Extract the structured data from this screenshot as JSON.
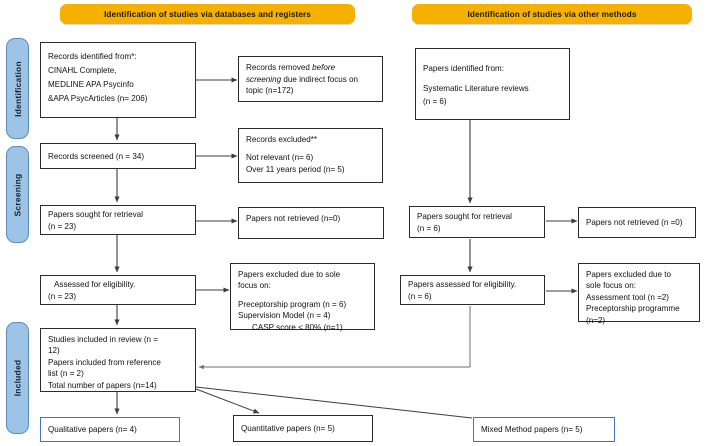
{
  "figure": {
    "type": "prisma-flow-diagram",
    "colors": {
      "banner": "#F5B000",
      "stage_label": "#9DC3E6",
      "box_border": "#2b2b2b",
      "accent_blue_border": "#4472C4",
      "connector": "#3d3d3d"
    }
  },
  "banners": {
    "databases": "Identification of studies via databases and registers",
    "other_methods": "Identification of studies via other methods"
  },
  "stages": {
    "identification": "Identification",
    "screening": "Screening",
    "included": "Included"
  },
  "databases_column": {
    "identified": {
      "line1": "Records identified from*:",
      "line2": "CINAHL Complete,",
      "line3": "MEDLINE APA Psycinfo",
      "line4": "&APA PsycArticles (n= 206)"
    },
    "removed": {
      "line1_a": "Records removed ",
      "line1_em": "before",
      "line2_em": "screening",
      "line2_b": " due indirect focus on",
      "line3": "topic (n=172)"
    },
    "screened": {
      "line1": "Records screened (n = 34)"
    },
    "excluded": {
      "line1": "Records excluded**",
      "line2": "Not relevant (n= 6)",
      "line3": "Over 11 years period (n= 5)"
    },
    "sought": {
      "line1": "Papers sought for retrieval",
      "line2": "(n = 23)"
    },
    "not_retrieved": {
      "line1": "Papers not retrieved (n=0)"
    },
    "assessed": {
      "line1": "Assessed for eligibility.",
      "line2": "(n = 23)"
    },
    "excluded_sole": {
      "line1": "Papers excluded due to sole",
      "line2": "focus on:",
      "line3": "Preceptorship program (n = 6)",
      "line4": "Supervision Model (n = 4)",
      "line5": "CASP score < 80% (n=1)"
    },
    "included_review": {
      "line1": "Studies included in review (n =",
      "line2": "12)",
      "line3": "Papers included from reference",
      "line4": "list (n = 2)",
      "line5": "Total number of papers (n=14)"
    }
  },
  "other_methods_column": {
    "identified": {
      "line1": "Papers identified from:",
      "line2": "Systematic Literature reviews",
      "line3": " (n = 6)"
    },
    "sought": {
      "line1": "Papers sought for retrieval",
      "line2": "(n = 6)"
    },
    "not_retrieved": {
      "line1": "Papers not retrieved (n =0)"
    },
    "assessed": {
      "line1": "Papers assessed for eligibility.",
      "line2": "(n = 6)"
    },
    "excluded_sole": {
      "line1": "Papers excluded due to",
      "line2": "sole focus on:",
      "line3": " Assessment tool (n =2)",
      "line4": "Preceptorship programme",
      "line5": "(n=2)"
    }
  },
  "outcomes": {
    "qualitative": "Qualitative papers (n= 4)",
    "quantitative": "Quantitative papers (n= 5)",
    "mixed_method": "Mixed Method papers (n= 5)"
  }
}
